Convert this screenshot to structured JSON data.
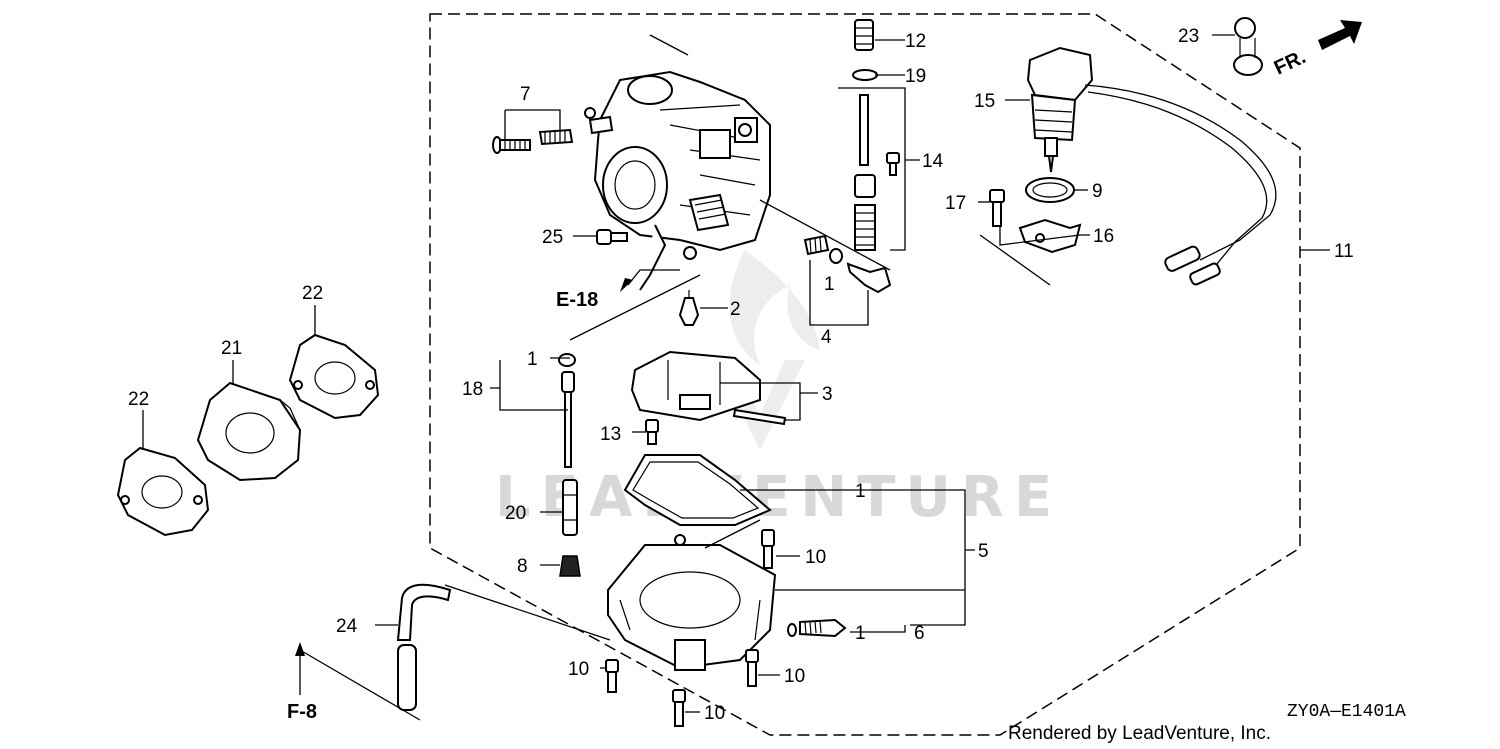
{
  "diagram": {
    "callouts": {
      "c1a": "1",
      "c1b": "1",
      "c1c": "1",
      "c1d": "1",
      "c2": "2",
      "c3": "3",
      "c4": "4",
      "c5": "5",
      "c6": "6",
      "c7": "7",
      "c8": "8",
      "c9": "9",
      "c10a": "10",
      "c10b": "10",
      "c10c": "10",
      "c10d": "10",
      "c11": "11",
      "c12": "12",
      "c13": "13",
      "c14": "14",
      "c15": "15",
      "c16": "16",
      "c17": "17",
      "c18": "18",
      "c19": "19",
      "c20": "20",
      "c21": "21",
      "c22a": "22",
      "c22b": "22",
      "c23": "23",
      "c24": "24",
      "c25": "25"
    },
    "references": {
      "e18": "E-18",
      "f8": "F-8"
    },
    "direction_label": "FR.",
    "diagram_code": "ZY0A—E1401A",
    "credit": "Rendered by LeadVenture, Inc.",
    "watermark": "LEADVENTURE"
  }
}
